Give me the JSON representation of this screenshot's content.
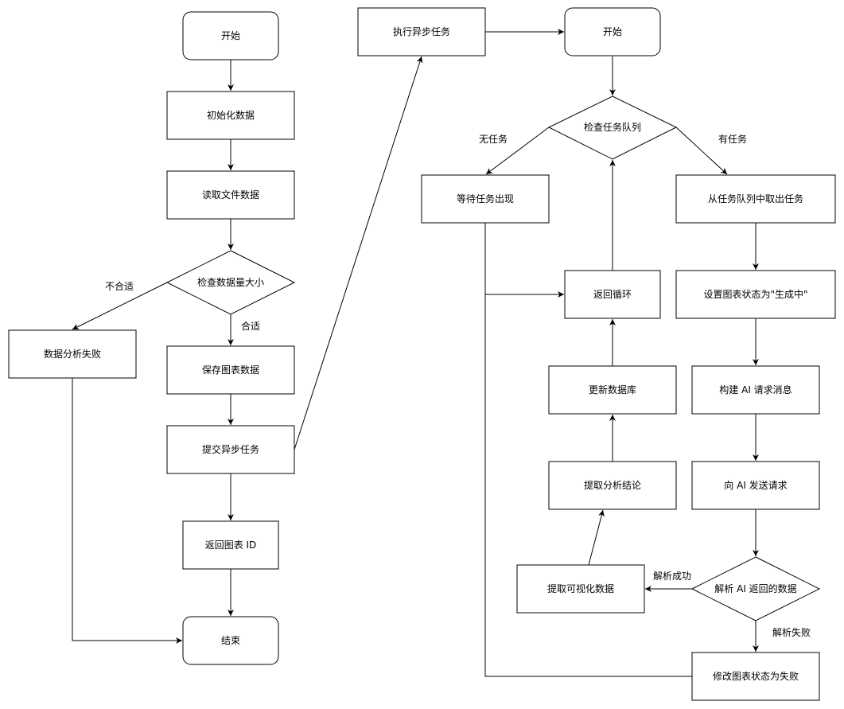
{
  "nodes": {
    "start1": "开始",
    "init": "初始化数据",
    "read_file": "读取文件数据",
    "check_size": "检查数据量大小",
    "analysis_fail": "数据分析失败",
    "save_chart": "保存图表数据",
    "submit_async": "提交异步任务",
    "return_id": "返回图表 ID",
    "end1": "结束",
    "exec_async": "执行异步任务",
    "start2": "开始",
    "check_queue": "检查任务队列",
    "wait_task": "等待任务出现",
    "take_task": "从任务队列中取出任务",
    "return_loop": "返回循环",
    "set_status": "设置图表状态为\"生成中\"",
    "update_db": "更新数据库",
    "build_msg": "构建 AI 请求消息",
    "extract_conclusion": "提取分析结论",
    "send_ai": "向 AI 发送请求",
    "extract_visual": "提取可视化数据",
    "parse_ai": "解析 AI 返回的数据",
    "set_fail": "修改图表状态为失败"
  },
  "edge_labels": {
    "not_fit": "不合适",
    "fit": "合适",
    "no_task": "无任务",
    "has_task": "有任务",
    "parse_ok": "解析成功",
    "parse_fail": "解析失败"
  }
}
